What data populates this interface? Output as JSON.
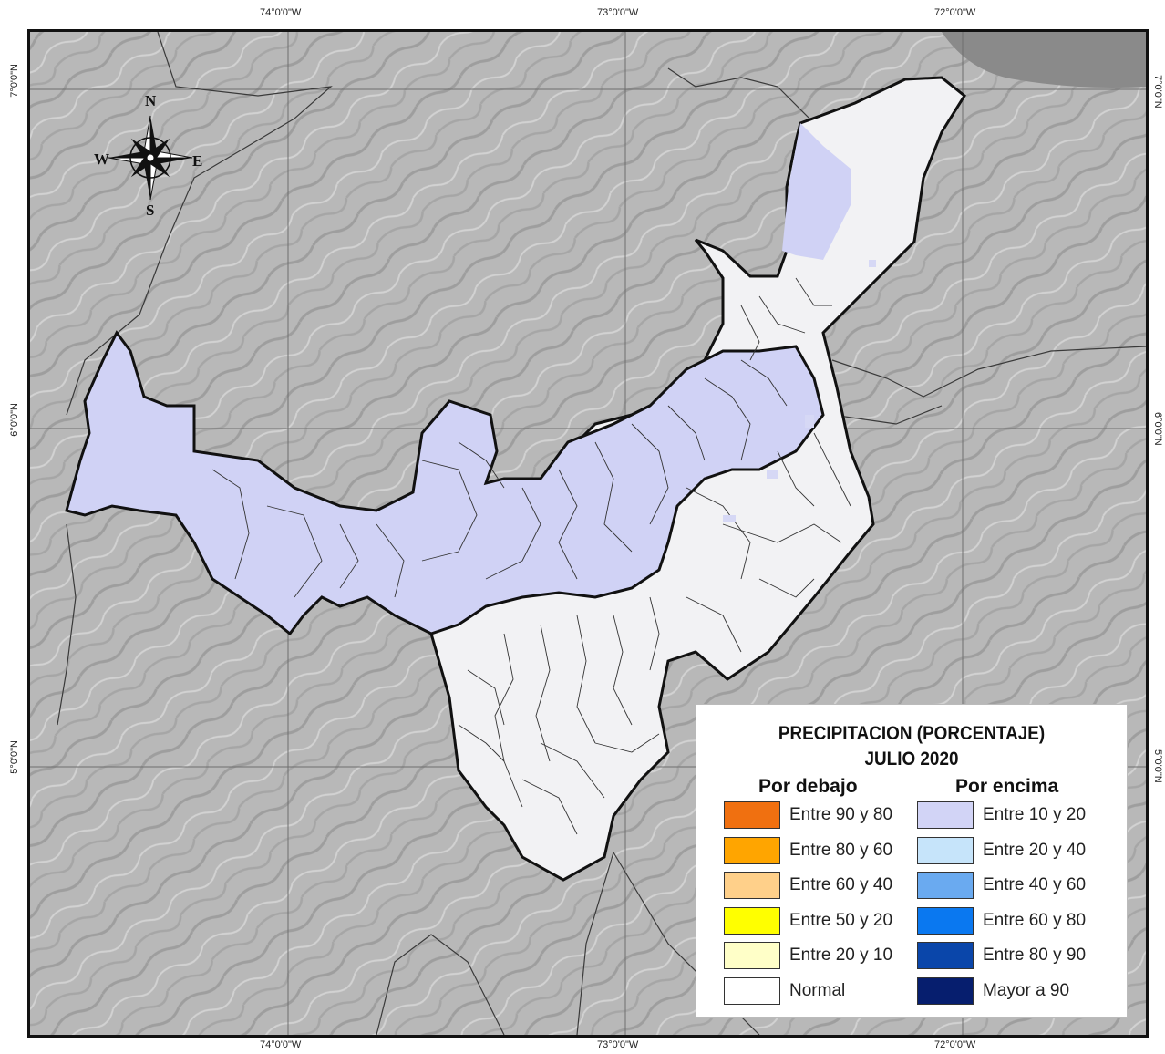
{
  "map": {
    "graticule_labels": {
      "top": [
        "74°0'0\"W",
        "73°0'0\"W",
        "72°0'0\"W"
      ],
      "bottom": [
        "74°0'0\"W",
        "73°0'0\"W",
        "72°0'0\"W"
      ],
      "left": [
        "7°0'0\"N",
        "6°0'0\"N",
        "5°0'0\"N"
      ],
      "right": [
        "7°0'0\"N",
        "6°0'0\"N",
        "5°0'0\"N"
      ]
    },
    "compass": {
      "n": "N",
      "s": "S",
      "e": "E",
      "w": "W"
    },
    "colors": {
      "background_terrain": "#b9b9b9",
      "sea": "#8a8a8a",
      "normal": "#f4f4f6",
      "above_10_20": "#d0d2f5"
    }
  },
  "legend": {
    "title": "PRECIPITACION (PORCENTAJE)",
    "subtitle": "JULIO 2020",
    "below_heading": "Por debajo",
    "above_heading": "Por encima",
    "below_items": [
      {
        "label": "Entre 90 y 80",
        "color": "#f07010"
      },
      {
        "label": "Entre 80 y 60",
        "color": "#ffa500"
      },
      {
        "label": "Entre 60 y 40",
        "color": "#ffd08a"
      },
      {
        "label": "Entre 50 y 20",
        "color": "#ffff00"
      },
      {
        "label": "Entre 20 y 10",
        "color": "#ffffc8"
      },
      {
        "label": "Normal",
        "color": "#ffffff"
      }
    ],
    "above_items": [
      {
        "label": "Entre 10 y 20",
        "color": "#d2d4f6"
      },
      {
        "label": "Entre 20 y 40",
        "color": "#c6e4fa"
      },
      {
        "label": "Entre 40 y 60",
        "color": "#6aaaf0"
      },
      {
        "label": "Entre 60 y 80",
        "color": "#0a78f0"
      },
      {
        "label": "Entre 80 y 90",
        "color": "#0a46aa"
      },
      {
        "label": "Mayor a 90",
        "color": "#061e6e"
      }
    ]
  }
}
